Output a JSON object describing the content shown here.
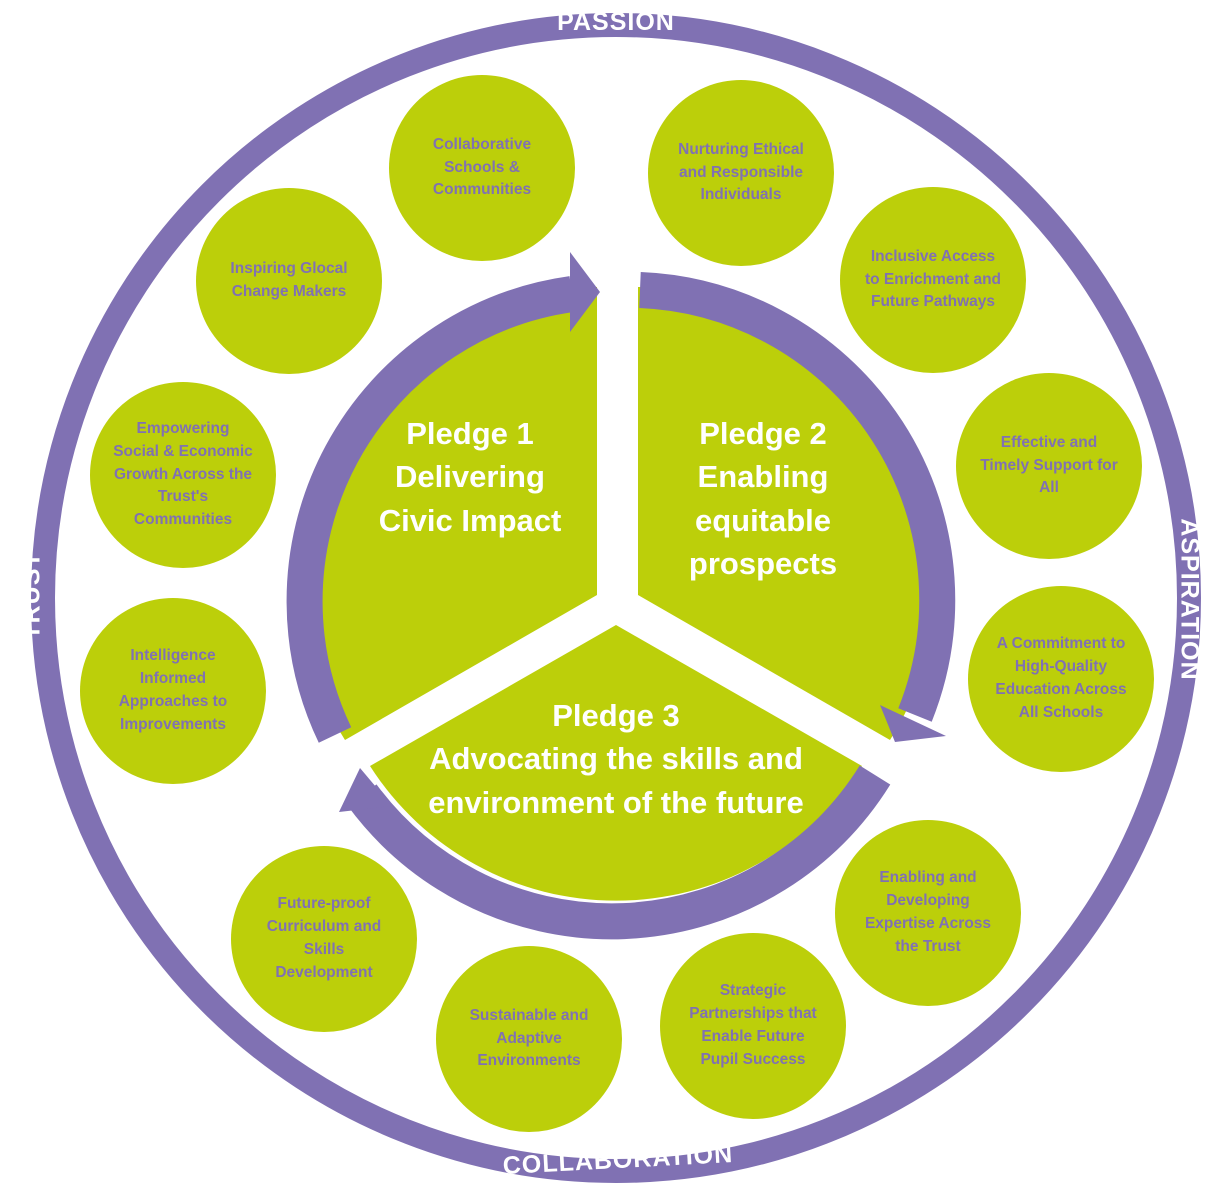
{
  "colors": {
    "purple": "#8071b3",
    "green": "#bccf0a",
    "white": "#ffffff"
  },
  "ring_values": {
    "top": "PASSION",
    "right": "ASPIRATION",
    "bottom": "COLLABORATION",
    "left": "TRUST"
  },
  "pledges": [
    {
      "lines": [
        "Pledge 1",
        "Delivering",
        "Civic Impact"
      ]
    },
    {
      "lines": [
        "Pledge 2",
        "Enabling",
        "equitable",
        "prospects"
      ]
    },
    {
      "lines": [
        "Pledge 3",
        "Advocating the skills and",
        "environment of the future"
      ]
    }
  ],
  "circles": [
    "Collaborative Schools & Communities",
    "Nurturing Ethical and Responsible Individuals",
    "Inspiring Glocal Change Makers",
    "Inclusive Access to Enrichment and Future Pathways",
    "Empowering Social & Economic Growth Across the Trust's Communities",
    "Effective and Timely Support for All",
    "Intelligence Informed Approaches to Improvements",
    "A Commitment to High-Quality Education Across All Schools",
    "Future-proof Curriculum and Skills Development",
    "Enabling and Developing Expertise Across the Trust",
    "Sustainable and Adaptive Environments",
    "Strategic Partnerships that Enable Future Pupil Success"
  ]
}
